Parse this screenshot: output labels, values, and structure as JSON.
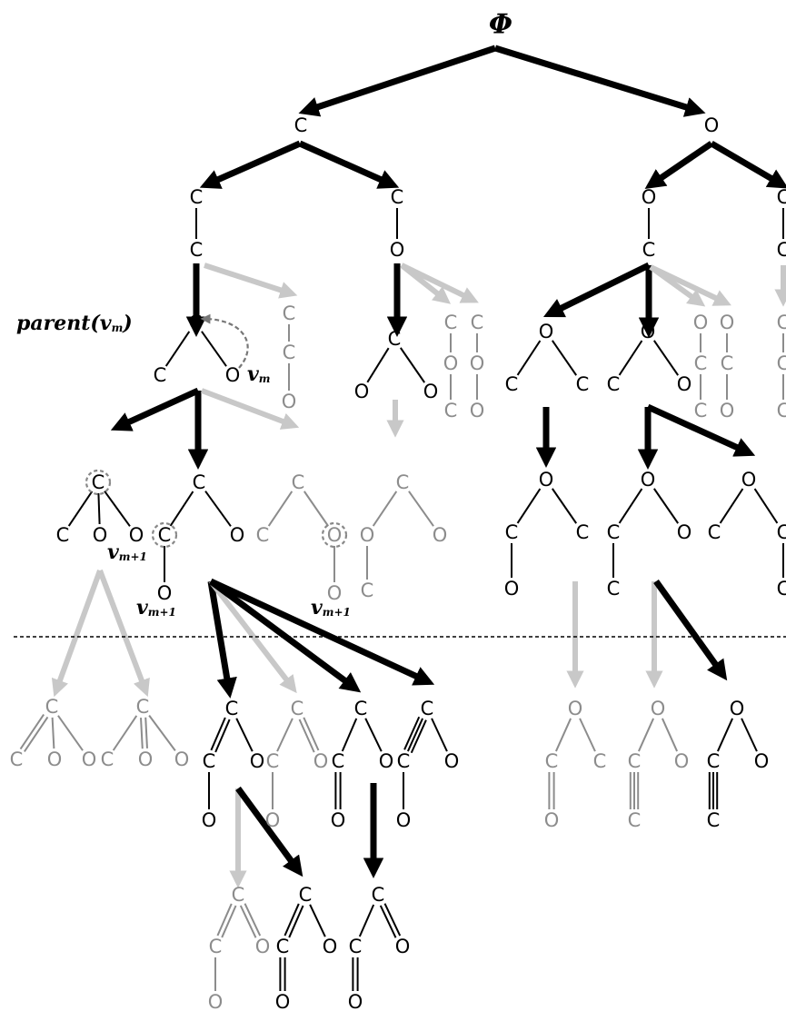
{
  "root_label": "Φ",
  "annotations": {
    "parent_label": "parent(v",
    "parent_sub": "m",
    "parent_close": ")",
    "vm_label": "v",
    "vm_sub": "m",
    "vm1_label": "v",
    "vm1_sub": "m+1"
  },
  "colors": {
    "active": "#000000",
    "inactive": "#c8c8c8",
    "inactive_text": "#8c8c8c",
    "divider": "#000000"
  }
}
